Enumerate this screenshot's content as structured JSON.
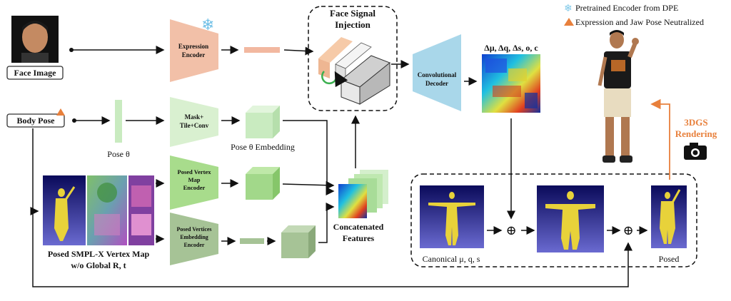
{
  "legend": {
    "snowflake": "Pretrained Encoder from DPE",
    "triangle": "Expression and Jaw Pose Neutralized"
  },
  "inputs": {
    "face_image": "Face Image",
    "body_pose": "Body Pose",
    "vertex_map_line1": "Posed SMPL-X Vertex Map",
    "vertex_map_line2": "w/o Global R, t"
  },
  "modules": {
    "expression_encoder_l1": "Expression",
    "expression_encoder_l2": "Encoder",
    "mask_tile_l1": "Mask+",
    "mask_tile_l2": "Tile+Conv",
    "posed_vertex_l1": "Posed Vertex",
    "posed_vertex_l2": "Map",
    "posed_vertex_l3": "Encoder",
    "posed_vertices_l1": "Posed Vertices",
    "posed_vertices_l2": "Embedding",
    "posed_vertices_l3": "Encoder",
    "conv_decoder_l1": "Convolutional",
    "conv_decoder_l2": "Decoder"
  },
  "labels": {
    "pose_theta": "Pose θ",
    "pose_embedding": "Pose θ Embedding",
    "face_injection_l1": "Face Signal",
    "face_injection_l2": "Injection",
    "concat_l1": "Concatenated",
    "concat_l2": "Features",
    "delta_params": "Δμ, Δq, Δs, o, c",
    "rendering_l1": "3DGS",
    "rendering_l2": "Rendering",
    "canonical": "Canonical μ, q, s",
    "posed": "Posed",
    "plus": "⊕"
  },
  "colors": {
    "expression": "#f2c0a8",
    "mask_tile": "#d9f0d0",
    "posed_vertex": "#a8dc8c",
    "posed_vertices": "#a6c396",
    "decoder": "#a9d7ea",
    "rendering": "#e8803c",
    "cube_green": "#c9ebc0"
  }
}
